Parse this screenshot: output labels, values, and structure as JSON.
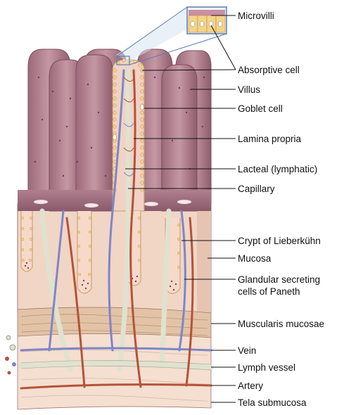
{
  "labels": {
    "microvilli": "Microvilli",
    "absorptive_cell": "Absorptive cell",
    "villus": "Villus",
    "goblet_cell": "Goblet cell",
    "lamina_propria": "Lamina propria",
    "lacteal": "Lacteal (lymphatic)",
    "capillary": "Capillary",
    "crypt": "Crypt of Lieberkühn",
    "mucosa": "Mucosa",
    "paneth_line1": "Glandular secreting",
    "paneth_line2": "cells of Paneth",
    "muscularis": "Muscularis mucosae",
    "vein": "Vein",
    "lymph_vessel": "Lymph vessel",
    "artery": "Artery",
    "tela_submucosa": "Tela submucosa"
  },
  "colors": {
    "villus_fill": "#b88595",
    "villus_dark": "#8f5a6c",
    "tissue": "#f1d6c6",
    "muscularis": "#e2c3a6",
    "submucosa": "#f4dfd0",
    "epithelium_dot": "#f2d58a",
    "vein": "#7d86c9",
    "artery": "#b5523b",
    "lymph": "#dfe2cf",
    "lead_line": "#111111"
  }
}
